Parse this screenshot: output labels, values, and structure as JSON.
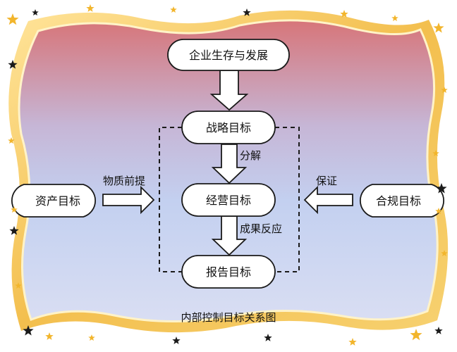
{
  "diagram": {
    "nodes": {
      "survival": "企业生存与发展",
      "strategy": "战略目标",
      "operation": "经营目标",
      "report": "报告目标",
      "asset": "资产目标",
      "compliance": "合规目标"
    },
    "edges": {
      "decompose": "分解",
      "feedback": "成果反应",
      "asset_premise": "物质前提",
      "guarantee": "保证"
    },
    "caption": "内部控制目标关系图"
  },
  "colors": {
    "frame_gold": "#f3c150",
    "frame_inner": "#ffe9a8",
    "bg_top": "#d97a7f",
    "bg_bottom": "#c9d3f2",
    "node_fill": "#ffffff",
    "node_stroke": "#1a1a1a",
    "arrow_fill": "#ffffff",
    "arrow_stroke": "#1a1a1a",
    "star_gold": "#f2b52c",
    "star_black": "#1a1a1a"
  }
}
